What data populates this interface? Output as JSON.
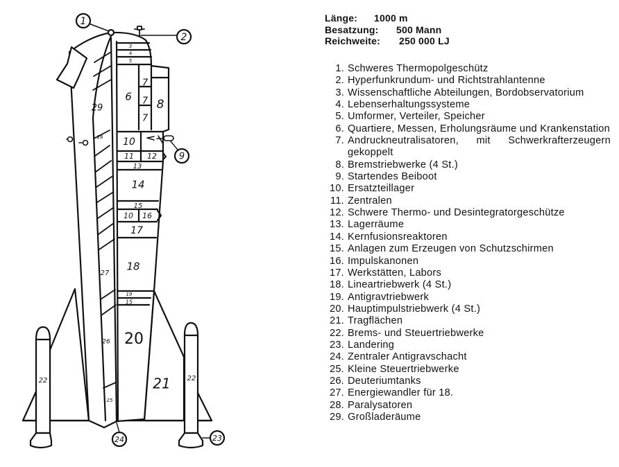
{
  "specs": [
    {
      "label": "Länge:",
      "value": "1000 m"
    },
    {
      "label": "Besatzung:",
      "value": "500 Mann"
    },
    {
      "label": "Reichweite:",
      "value": "250 000 LJ"
    }
  ],
  "legend": [
    {
      "num": "1.",
      "text": "Schweres Thermopolgeschütz"
    },
    {
      "num": "2.",
      "text": "Hyperfunkrundum- und Richtstrahlantenne"
    },
    {
      "num": "3.",
      "text": "Wissenschaftliche Abteilungen, Bordobservatorium"
    },
    {
      "num": "4.",
      "text": "Lebenserhaltungssysteme"
    },
    {
      "num": "5.",
      "text": "Umformer, Verteiler, Speicher"
    },
    {
      "num": "6.",
      "text": "Quartiere, Messen, Erholungsräume und Krankenstation"
    },
    {
      "num": "7.",
      "text": "Andruckneutralisatoren, mit Schwerkrafterzeugern gekoppelt"
    },
    {
      "num": "8.",
      "text": "Bremstriebwerke (4 St.)"
    },
    {
      "num": "9.",
      "text": "Startendes Beiboot"
    },
    {
      "num": "10.",
      "text": "Ersatzteillager"
    },
    {
      "num": "11.",
      "text": "Zentralen"
    },
    {
      "num": "12.",
      "text": "Schwere Thermo- und Desintegratorgeschütze"
    },
    {
      "num": "13.",
      "text": "Lagerräume"
    },
    {
      "num": "14.",
      "text": "Kernfusionsreaktoren"
    },
    {
      "num": "15.",
      "text": "Anlagen zum Erzeugen von Schutzschirmen"
    },
    {
      "num": "16.",
      "text": "Impulskanonen"
    },
    {
      "num": "17.",
      "text": "Werkstätten, Labors"
    },
    {
      "num": "18.",
      "text": "Lineartriebwerk (4 St.)"
    },
    {
      "num": "19.",
      "text": "Antigravtriebwerk"
    },
    {
      "num": "20.",
      "text": "Hauptimpulstriebwerk (4 St.)"
    },
    {
      "num": "21.",
      "text": "Tragflächen"
    },
    {
      "num": "22.",
      "text": "Brems- und Steuertriebwerke"
    },
    {
      "num": "23.",
      "text": "Landering"
    },
    {
      "num": "24.",
      "text": "Zentraler Antigravschacht"
    },
    {
      "num": "25.",
      "text": "Kleine Steuertriebwerke"
    },
    {
      "num": "26.",
      "text": "Deuteriumtanks"
    },
    {
      "num": "27.",
      "text": "Energiewandler für 18."
    },
    {
      "num": "28.",
      "text": "Paralysatoren"
    },
    {
      "num": "29.",
      "text": "Großladeräume"
    }
  ],
  "diagram_labels": {
    "c1": "1",
    "c2": "2",
    "c9": "9",
    "c23": "23",
    "c24": "24",
    "l3": "3",
    "l4": "4",
    "l5": "5",
    "l6": "6",
    "l7a": "7",
    "l7b": "7",
    "l7c": "7",
    "l8": "8",
    "l10": "10",
    "l11": "11",
    "l12": "12",
    "l13": "13",
    "l14": "14",
    "l15": "15",
    "l10b": "10",
    "l16": "16",
    "l17": "17",
    "l18": "18",
    "l19": "19",
    "l15b": "15",
    "l20": "20",
    "l21": "21",
    "l22a": "22",
    "l22b": "22",
    "l25": "25",
    "l26": "26",
    "l27": "27",
    "l28": "28",
    "l29": "29"
  }
}
